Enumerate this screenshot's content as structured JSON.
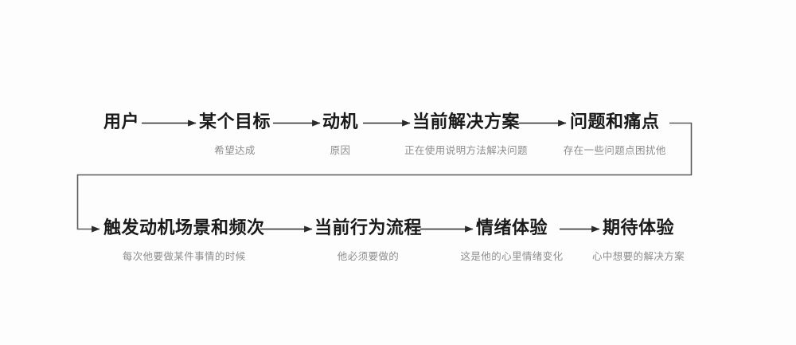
{
  "canvas": {
    "background": "#fdfdfd",
    "title_color": "#1a1a1a",
    "subtitle_color": "#8d8d8d",
    "line_color": "#4a4a4a"
  },
  "diagram": {
    "type": "flow",
    "rows": [
      {
        "id": "row-1",
        "nodes": [
          {
            "title": "用户",
            "subtitle": ""
          },
          {
            "title": "某个目标",
            "subtitle": "希望达成"
          },
          {
            "title": "动机",
            "subtitle": "原因"
          },
          {
            "title": "当前解决方案",
            "subtitle": "正在使用说明方法解决问题"
          },
          {
            "title": "问题和痛点",
            "subtitle": "存在一些问题点困扰他"
          }
        ]
      },
      {
        "id": "row-2",
        "nodes": [
          {
            "title": "触发动机场景和频次",
            "subtitle": "每次他要做某件事情的时候"
          },
          {
            "title": "当前行为流程",
            "subtitle": "他必须要做的"
          },
          {
            "title": "情绪体验",
            "subtitle": "这是他的心里情绪变化"
          },
          {
            "title": "期待体验",
            "subtitle": "心中想要的解决方案"
          }
        ]
      }
    ],
    "connectors": [
      {
        "name": "arrow-user-to-goal",
        "kind": "arrow"
      },
      {
        "name": "arrow-goal-to-motive",
        "kind": "arrow"
      },
      {
        "name": "arrow-motive-to-solution",
        "kind": "arrow"
      },
      {
        "name": "arrow-solution-to-pain",
        "kind": "arrow"
      },
      {
        "name": "wrap-pain-to-trigger",
        "kind": "elbow-arrow"
      },
      {
        "name": "arrow-trigger-to-process",
        "kind": "arrow"
      },
      {
        "name": "arrow-process-to-emotion",
        "kind": "arrow"
      },
      {
        "name": "arrow-emotion-to-expect",
        "kind": "arrow"
      }
    ]
  }
}
